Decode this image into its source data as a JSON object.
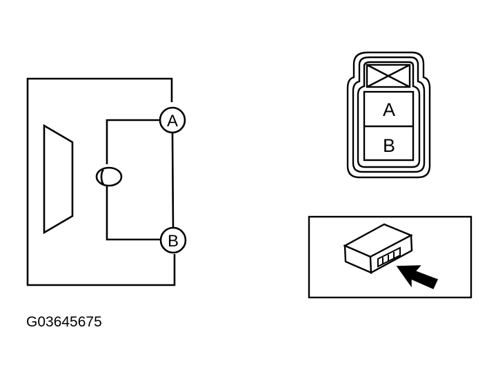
{
  "schematic": {
    "terminal_a_label": "A",
    "terminal_b_label": "B"
  },
  "connector_face": {
    "cavity_a_label": "A",
    "cavity_b_label": "B"
  },
  "figure_code": "G03645675",
  "colors": {
    "line": "#000000",
    "background": "#ffffff"
  }
}
